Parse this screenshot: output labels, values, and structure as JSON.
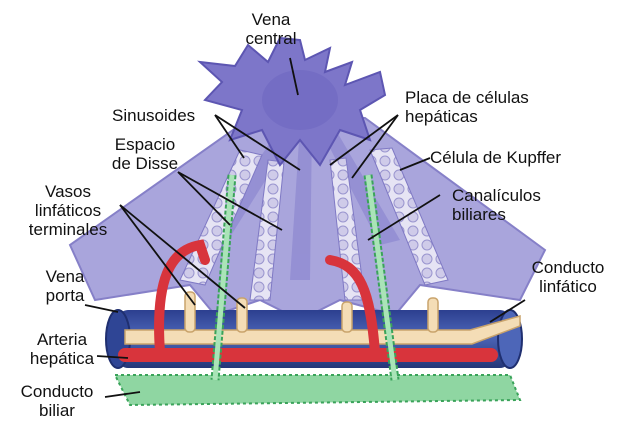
{
  "labels": {
    "vena_central": "Vena\ncentral",
    "sinusoides": "Sinusoides",
    "espacio_disse": "Espacio\nde Disse",
    "vasos_linfaticos": "Vasos\nlinfáticos\nterminales",
    "vena_porta": "Vena\nporta",
    "arteria_hepatica": "Arteria\nhepática",
    "conducto_biliar": "Conducto\nbiliar",
    "placa_celulas": "Placa de células\nhepáticas",
    "celula_kupffer": "Célula de Kupffer",
    "canaliculos": "Canalículos\nbiliares",
    "conducto_linfatico": "Conducto\nlinfático"
  },
  "colors": {
    "lobule": "#a9a5dc",
    "central_vein": "#7d76c9",
    "hepatocyte": "#dcd9f0",
    "portal_vein": "#3f56a9",
    "artery": "#d8343c",
    "bile": "#7fcf95",
    "lymph": "#f4ddb6"
  }
}
